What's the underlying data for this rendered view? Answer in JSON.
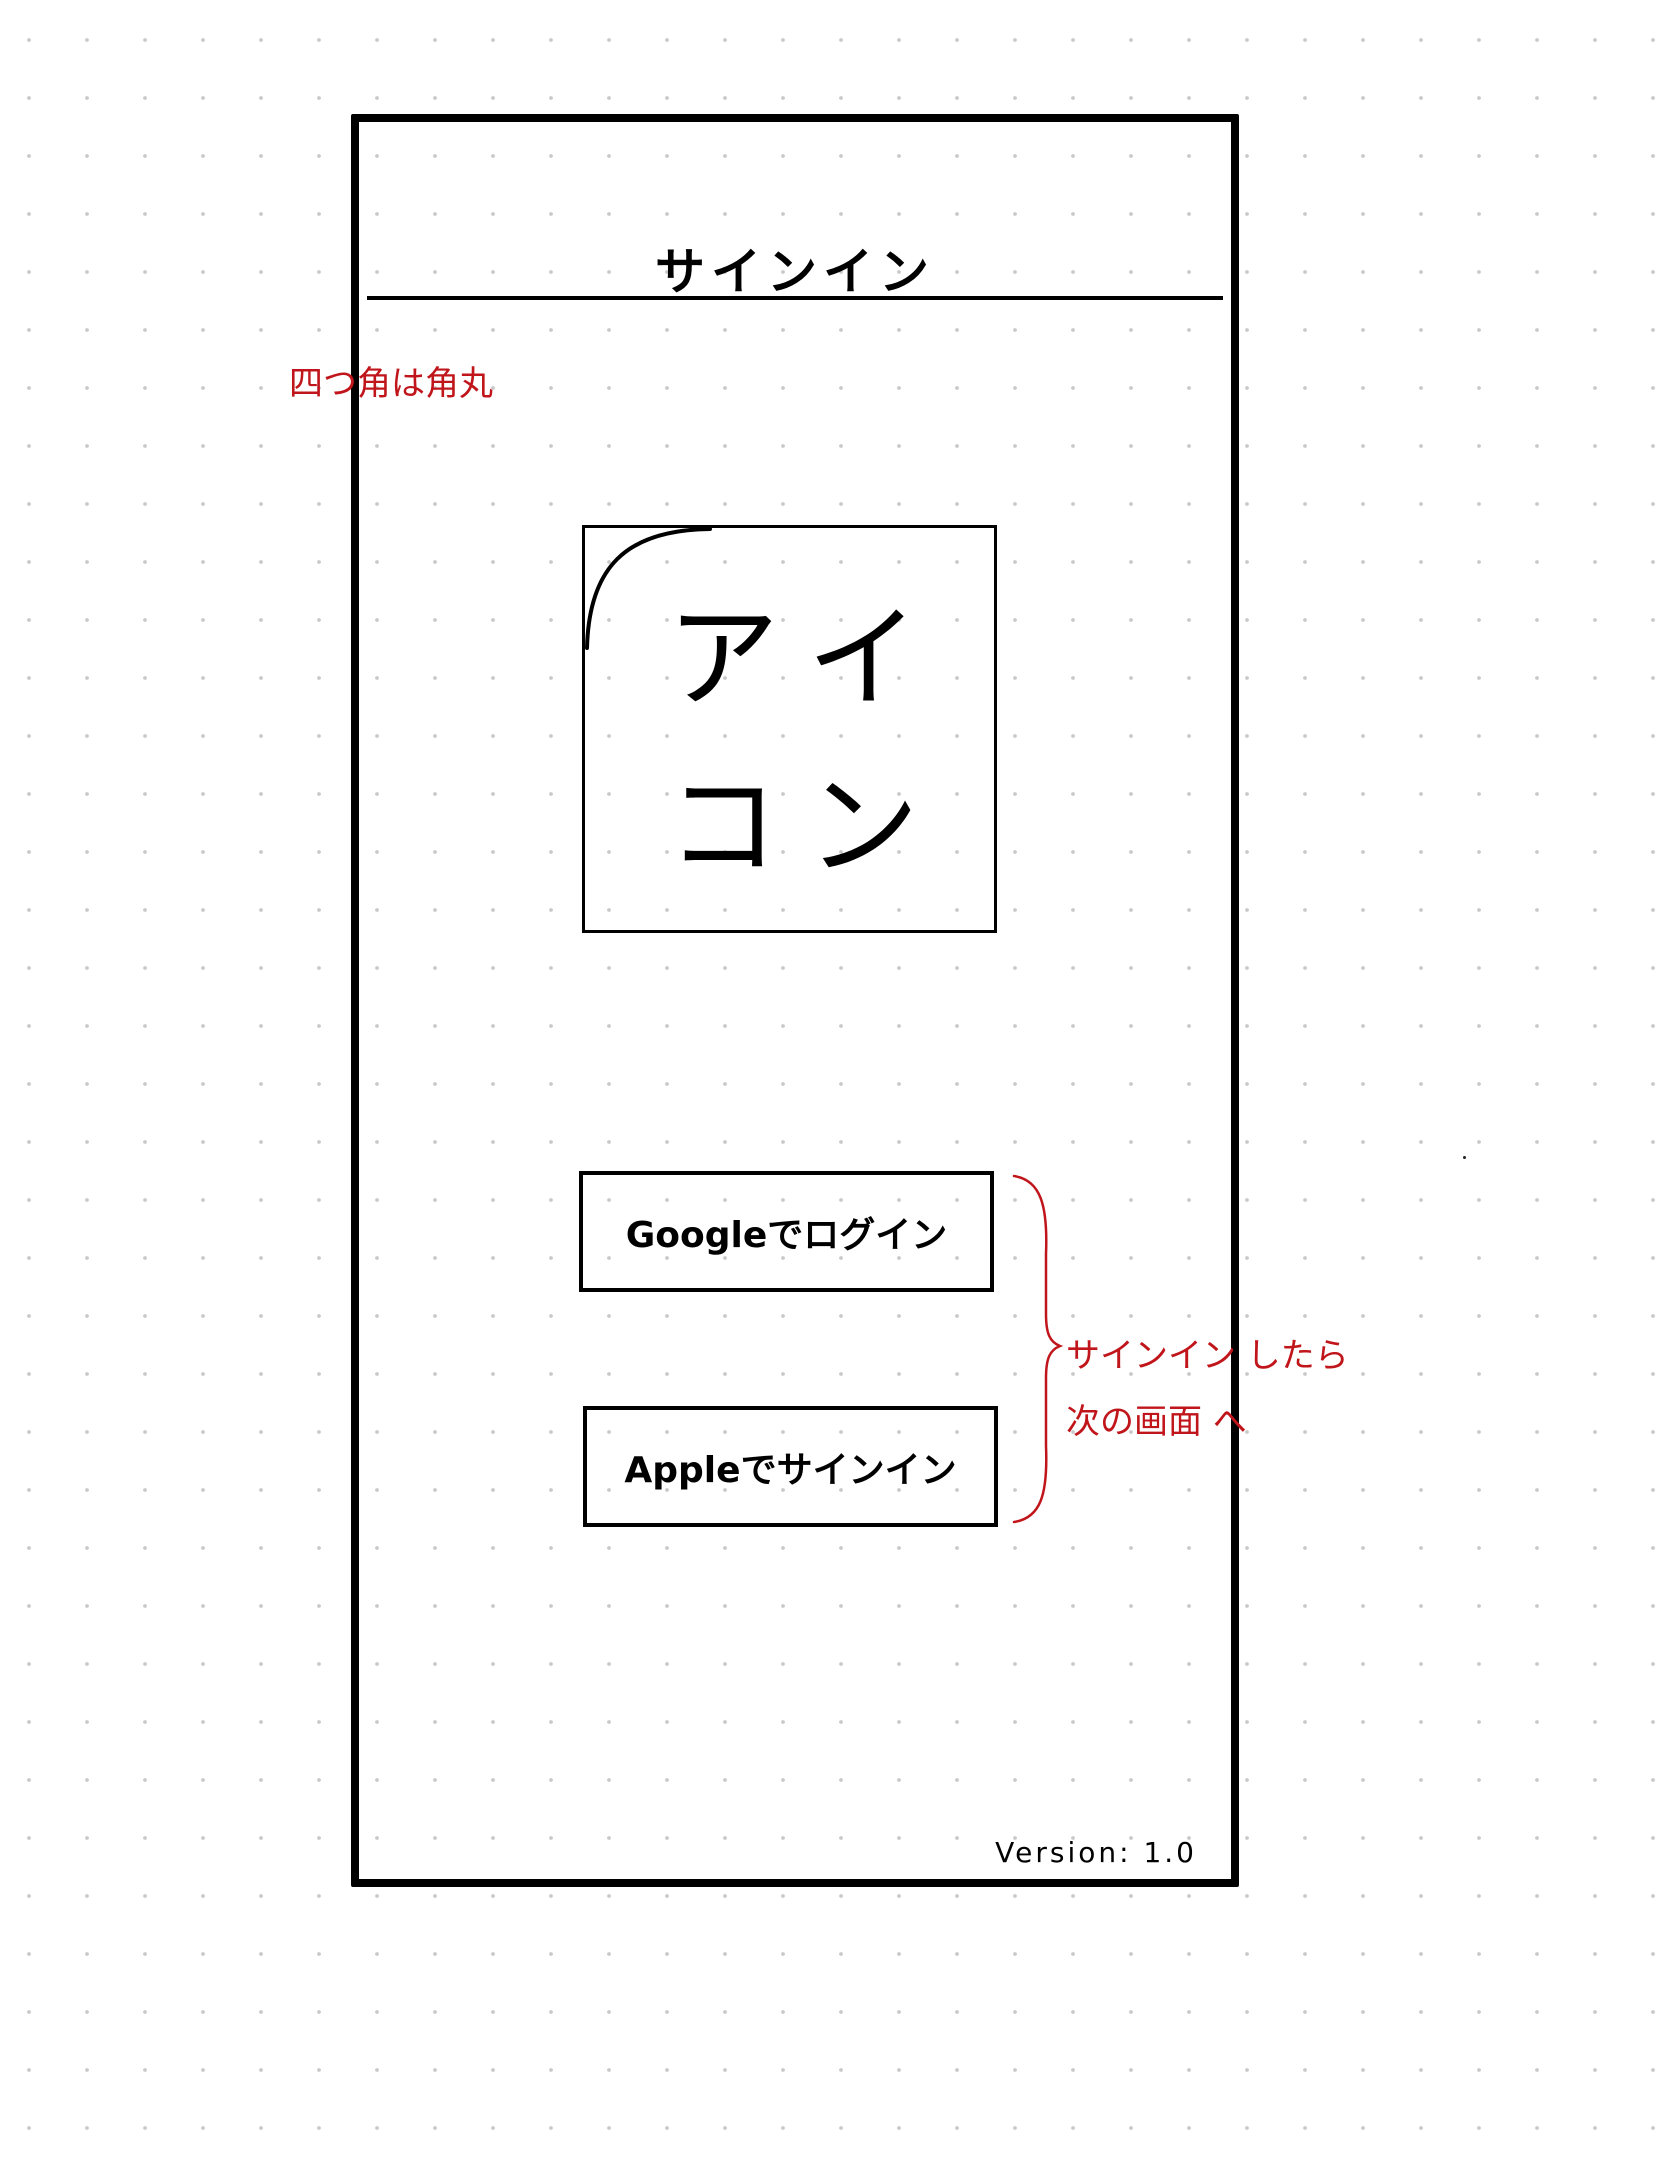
{
  "screen": {
    "title": "サインイン",
    "version_text": "Version: 1.0"
  },
  "app_icon": {
    "chars": [
      "ア",
      "イ",
      "コ",
      "ン"
    ],
    "annotation": "四つ角は角丸"
  },
  "buttons": {
    "google_label": "Googleでログイン",
    "apple_label": "Appleでサインイン"
  },
  "annotations": {
    "buttons_note_line1": "サインイン したら",
    "buttons_note_line2": "次の画面 へ"
  },
  "colors": {
    "ink": "#000000",
    "annotation_red": "#c0161b"
  }
}
